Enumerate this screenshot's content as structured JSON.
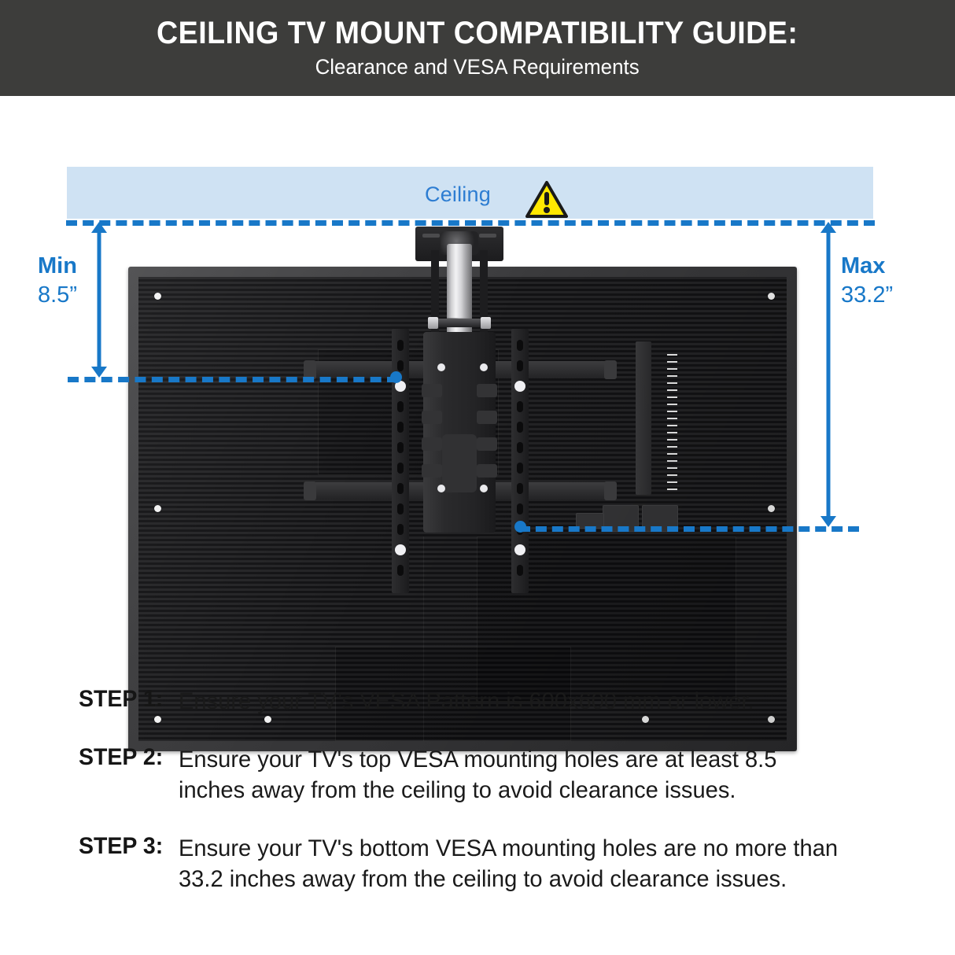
{
  "header": {
    "title": "CEILING TV MOUNT COMPATIBILITY GUIDE:",
    "subtitle": "Clearance and VESA Requirements",
    "background_color": "#3d3d3b",
    "text_color": "#ffffff"
  },
  "diagram": {
    "ceiling_label": "Ceiling",
    "ceiling_band_color": "#cfe2f3",
    "accent_blue": "#1878c8",
    "ceiling_label_color": "#2d7dd2",
    "warning_icon": "warning-triangle-icon",
    "warning_color": "#ffe800",
    "min_dimension": {
      "label": "Min",
      "value": "8.5”"
    },
    "max_dimension": {
      "label": "Max",
      "value": "33.2”"
    },
    "tv_color": "#1a1a1c",
    "pole_color": "#d6d6d9"
  },
  "steps": [
    {
      "label": "STEP 1:",
      "text": "Ensure your TV’s VESA Pattern is 600x600 mm or lower."
    },
    {
      "label": "STEP 2:",
      "text": "Ensure your TV's top VESA mounting holes are at least 8.5 inches away from the ceiling to avoid clearance issues."
    },
    {
      "label": "STEP 3:",
      "text": "Ensure your TV's bottom VESA mounting holes are no more than 33.2 inches away from the ceiling to avoid clearance issues."
    }
  ]
}
